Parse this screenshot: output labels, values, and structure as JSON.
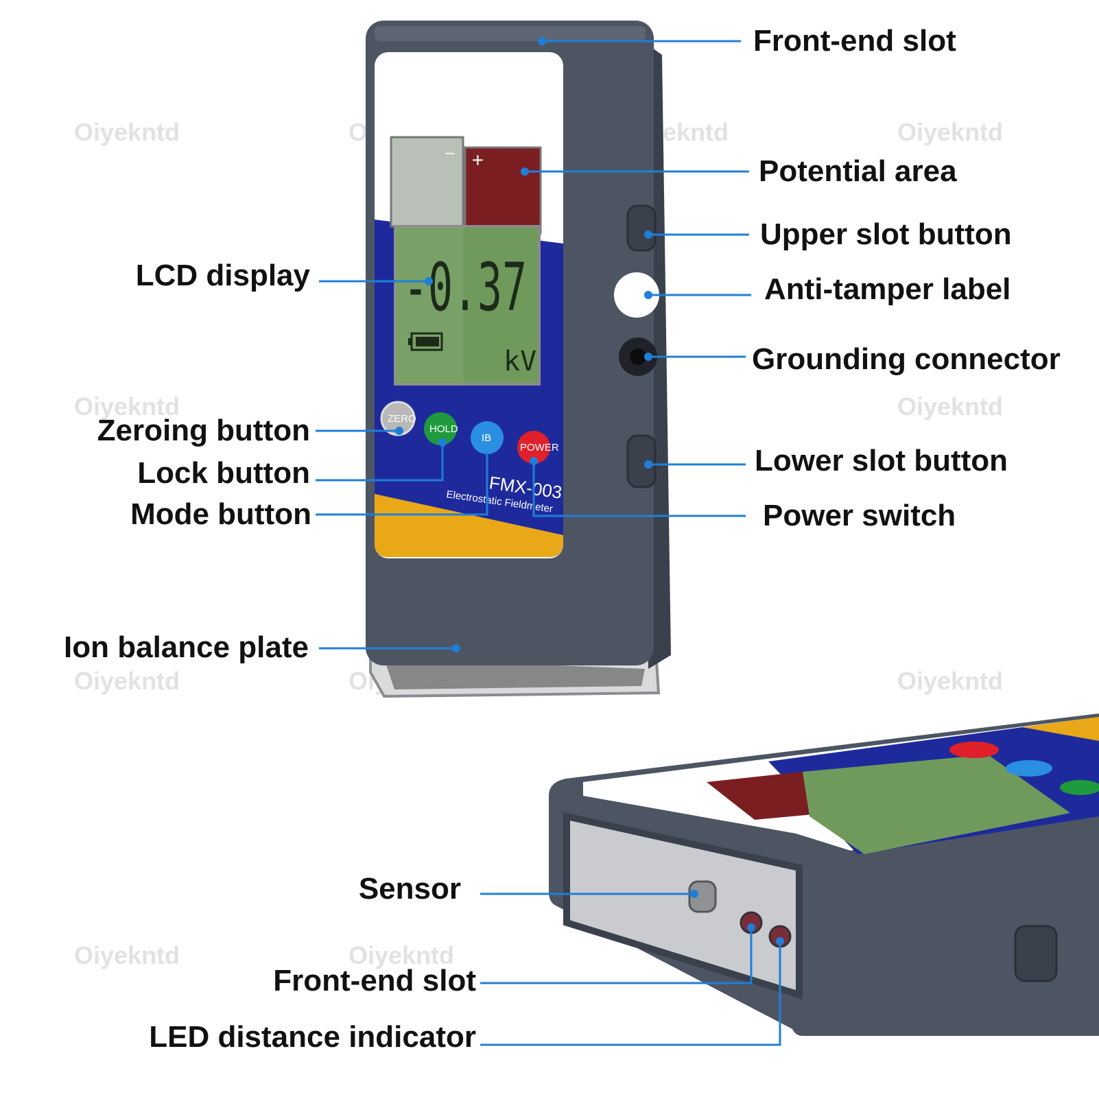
{
  "watermark": "Oiyekntd",
  "device": {
    "model": "FMX-003",
    "subtitle": "Electrostatic Fieldmeter",
    "reading": "-0.37",
    "unit": "kV",
    "minus_sign": "−",
    "plus_sign": "+",
    "buttons": [
      "ZERO",
      "HOLD",
      "IB",
      "POWER"
    ]
  },
  "labels": {
    "front_end_slot_top": "Front-end slot",
    "potential_area": "Potential area",
    "upper_slot_button": "Upper slot button",
    "lcd_display": "LCD display",
    "anti_tamper_label": "Anti-tamper label",
    "grounding_connector": "Grounding connector",
    "zeroing_button": "Zeroing button",
    "lower_slot_button": "Lower slot button",
    "lock_button": "Lock button",
    "mode_button": "Mode button",
    "power_switch": "Power switch",
    "ion_balance_plate": "Ion balance plate",
    "sensor": "Sensor",
    "front_end_slot_bottom": "Front-end slot",
    "led_distance_indicator": "LED distance indicator"
  },
  "colors": {
    "leader": "#1f7fd8",
    "body": "#4a5260",
    "panel_blue": "#1e2a9c",
    "lcd_green": "#6f9a5c",
    "potential_red": "#7a1e22",
    "stripe_yellow": "#e8a818",
    "zero": "#b8b8b8",
    "hold": "#1f9a3c",
    "ib": "#2a8fe0",
    "power": "#e0202a"
  }
}
